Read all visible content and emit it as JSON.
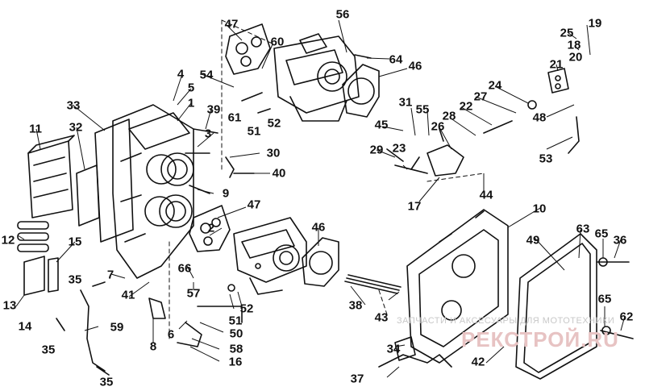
{
  "diagram": {
    "callouts": [
      "1",
      "2",
      "3",
      "4",
      "5",
      "6",
      "7",
      "8",
      "9",
      "10",
      "11",
      "12",
      "13",
      "14",
      "15",
      "16",
      "17",
      "19",
      "20",
      "21",
      "22",
      "23",
      "24",
      "25",
      "26",
      "27",
      "28",
      "29",
      "30",
      "31",
      "32",
      "33",
      "34",
      "35",
      "36",
      "37",
      "38",
      "39",
      "40",
      "41",
      "42",
      "43",
      "44",
      "45",
      "46",
      "47",
      "48",
      "49",
      "50",
      "51",
      "52",
      "53",
      "54",
      "55",
      "56",
      "57",
      "58",
      "59",
      "60",
      "61",
      "62",
      "63",
      "64",
      "65",
      "66"
    ],
    "repeated_callouts": {
      "35_b": "35",
      "35_c": "35",
      "46_b": "46",
      "47_b": "47",
      "51_b": "51",
      "52_b": "52",
      "65_b": "65",
      "18": "18"
    }
  },
  "watermark": {
    "line1": "ЗАПЧАСТИ И АКСЕСУАРЫ ДЛЯ МОТОТЕХНИКИ",
    "line2": "РЕКСТРОЙ.RU"
  }
}
